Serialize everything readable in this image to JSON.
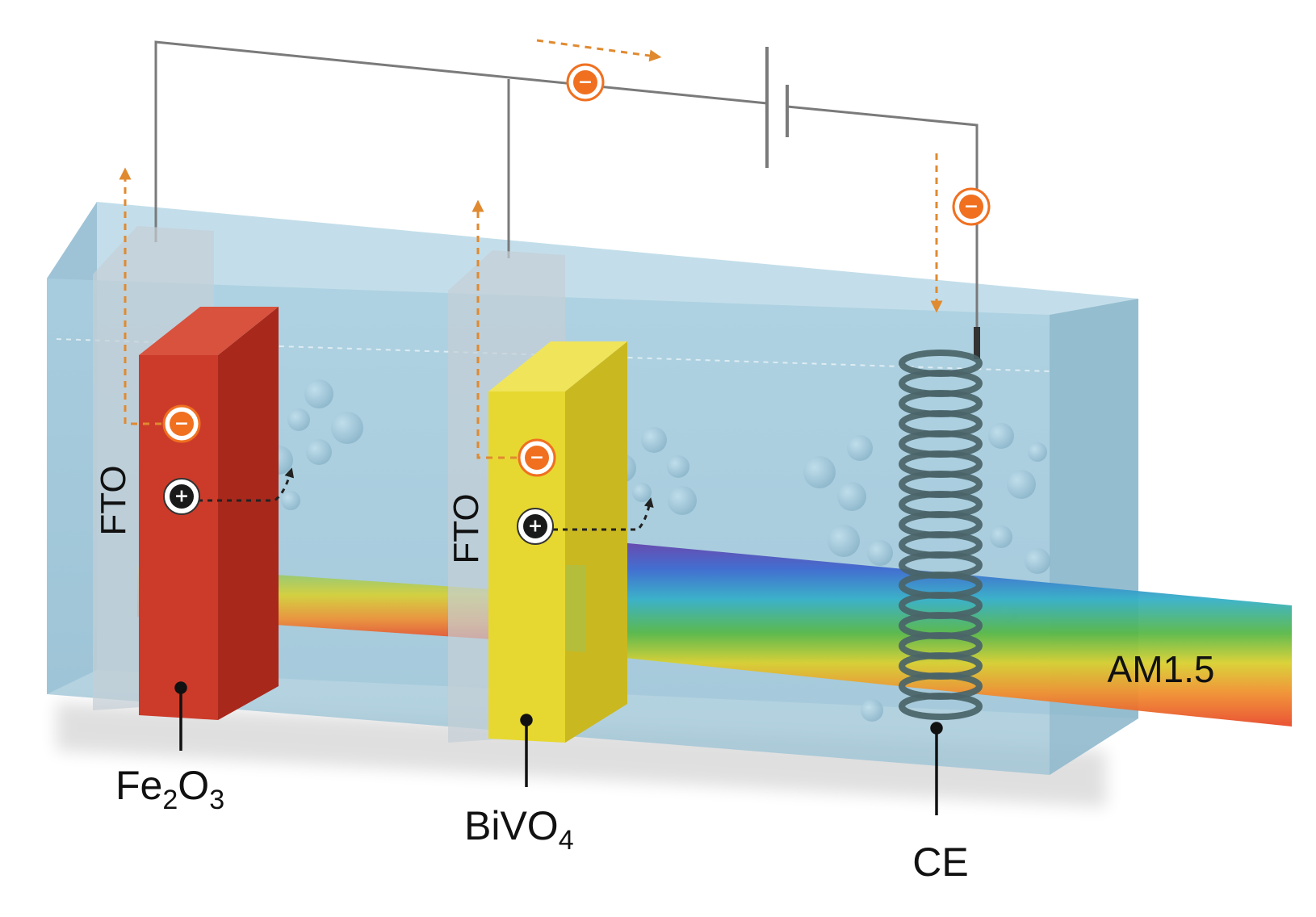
{
  "labels": {
    "fto_left": "FTO",
    "fto_right": "FTO",
    "fe2o3_main": "Fe",
    "fe2o3_sub1": "2",
    "fe2o3_mid": "O",
    "fe2o3_sub2": "3",
    "bivo4_main": "BiVO",
    "bivo4_sub": "4",
    "counter_electrode": "CE",
    "light_source": "AM1.5"
  },
  "charges": {
    "electron_symbol": "−",
    "hole_symbol": "+"
  },
  "colors": {
    "tank": "#9fc6d8",
    "fe2o3": "#cc3b2a",
    "bivo4": "#e6d830",
    "electron": "#f07020",
    "arrow": "#e08a30",
    "wire": "#7a7a7a",
    "coil": "#4a6468"
  }
}
